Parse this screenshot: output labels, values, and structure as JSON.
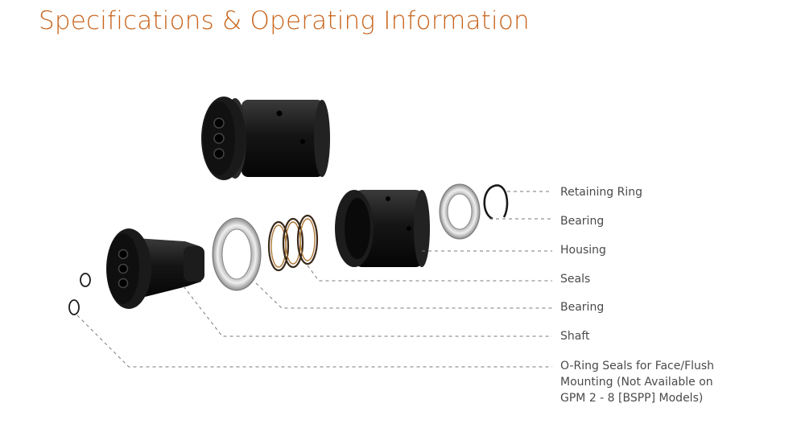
{
  "title": "Specifications & Operating Information",
  "callouts": [
    {
      "id": "retaining-ring",
      "lines": [
        "Retaining Ring"
      ]
    },
    {
      "id": "bearing-outer",
      "lines": [
        "Bearing"
      ]
    },
    {
      "id": "housing",
      "lines": [
        "Housing"
      ]
    },
    {
      "id": "seals",
      "lines": [
        "Seals"
      ]
    },
    {
      "id": "bearing-inner",
      "lines": [
        "Bearing"
      ]
    },
    {
      "id": "shaft",
      "lines": [
        "Shaft"
      ]
    },
    {
      "id": "o-ring-seals",
      "lines": [
        "O-Ring Seals for Face/Flush",
        "Mounting (Not Available on",
        "GPM 2 - 8 [BSPP] Models)"
      ]
    }
  ],
  "colors": {
    "title": "#c8651d",
    "text": "#4a4a4a",
    "leader": "#7a7a7a",
    "part_dark": "#1b1b1b",
    "bearing_metal": "#cfcfcf",
    "seal_bronze": "#b07a3a"
  }
}
